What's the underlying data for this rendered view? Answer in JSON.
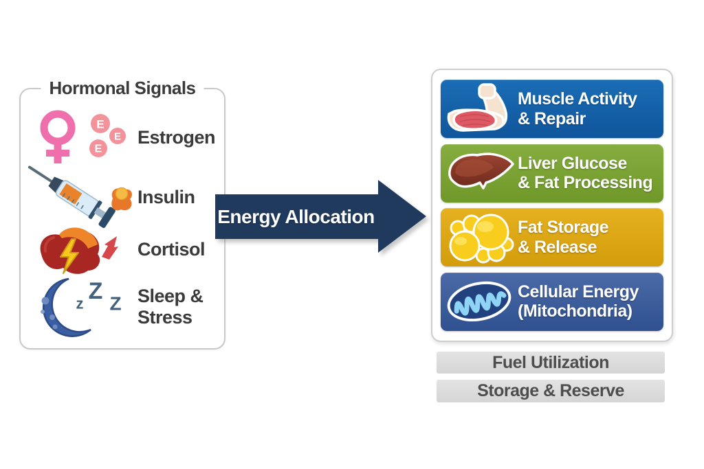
{
  "left_panel": {
    "title": "Hormonal Signals",
    "items": [
      {
        "icon": "estrogen-female-symbol",
        "label": "Estrogen",
        "molecule_letter": "E"
      },
      {
        "icon": "insulin-syringe-pancreas",
        "label": "Insulin"
      },
      {
        "icon": "cortisol-adrenal-gland",
        "label": "Cortisol"
      },
      {
        "icon": "sleep-crescent-moon",
        "line1": "Sleep &",
        "line2": "Stress",
        "zs": [
          "z",
          "Z",
          "Z"
        ]
      }
    ]
  },
  "arrow": {
    "label": "Energy Allocation",
    "color": "#203a5e"
  },
  "right_panel": {
    "cards": [
      {
        "icon": "muscle-arm",
        "line1": "Muscle Activity",
        "line2": "& Repair",
        "color": "#1563ac"
      },
      {
        "icon": "liver",
        "line1": "Liver Glucose",
        "line2": "& Fat Processing",
        "color": "#7ca335"
      },
      {
        "icon": "fat-cells",
        "line1": "Fat Storage",
        "line2": "& Release",
        "color": "#dda712"
      },
      {
        "icon": "mitochondria",
        "line1": "Cellular Energy",
        "line2": "(Mitochondria)",
        "color": "#41609f"
      }
    ]
  },
  "bottom_bars": [
    {
      "label": "Fuel Utilization"
    },
    {
      "label": "Storage & Reserve"
    }
  ],
  "colors": {
    "estrogen_pink": "#ef6fad",
    "estrogen_molecule": "#f2939b",
    "insulin_orange": "#e8772a",
    "cortisol_red": "#a82723",
    "cortisol_orange": "#ee8629",
    "lightning_yellow": "#f7c71d",
    "moon_blue": "#3b5ea2",
    "arrow_navy": "#203a5e",
    "bar_gray": "#dcdcdc"
  }
}
